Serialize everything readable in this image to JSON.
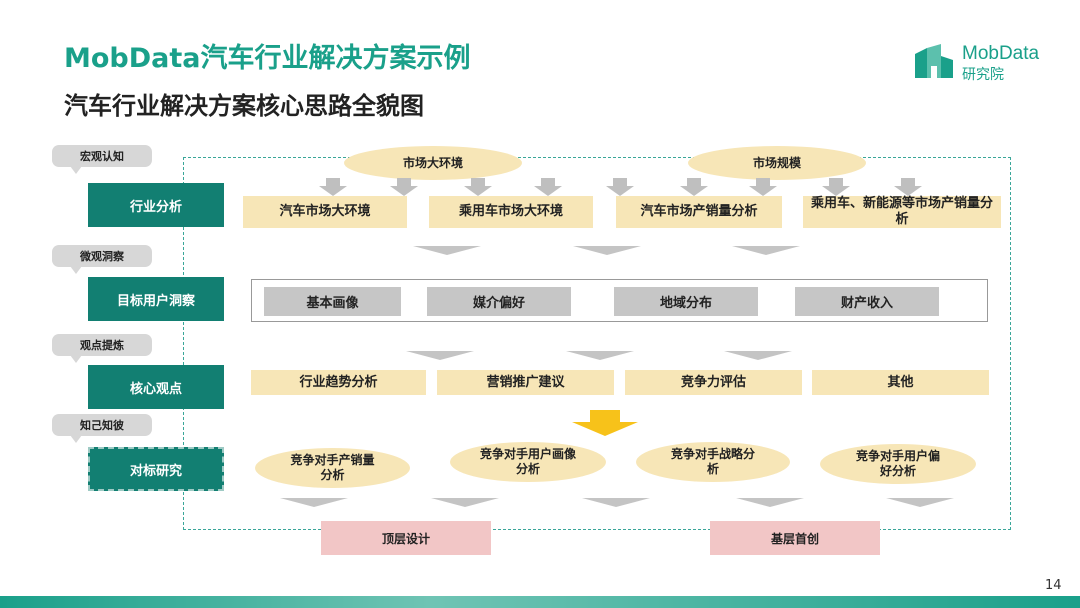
{
  "header": {
    "title": "MobData汽车行业解决方案示例",
    "subtitle": "汽车行业解决方案核心思路全貌图"
  },
  "logo": {
    "name": "MobData",
    "sub": "研究院",
    "icon": "building-blocks-icon",
    "color": "#1aa08a"
  },
  "colors": {
    "accent": "#1aa08a",
    "left_box": "#127f72",
    "bubble": "#d7d7d7",
    "yellow": "#f7e6b7",
    "gray": "#c6c6c6",
    "pink": "#f2c6c6",
    "arrow_yellow": "#f7c21a"
  },
  "stages": [
    {
      "bubble": "宏观认知",
      "label": "行业分析"
    },
    {
      "bubble": "微观洞察",
      "label": "目标用户洞察"
    },
    {
      "bubble": "观点提炼",
      "label": "核心观点"
    },
    {
      "bubble": "知己知彼",
      "label": "对标研究"
    }
  ],
  "industry": {
    "ovals": [
      "市场大环境",
      "市场规模"
    ],
    "boxes": [
      "汽车市场大环境",
      "乘用车市场大环境",
      "汽车市场产销量分析",
      "乘用车、新能源等市场产销量分析"
    ]
  },
  "users": {
    "boxes": [
      "基本画像",
      "媒介偏好",
      "地域分布",
      "财产收入"
    ]
  },
  "core": {
    "boxes": [
      "行业趋势分析",
      "营销推广建议",
      "竞争力评估",
      "其他"
    ]
  },
  "benchmark": {
    "ovals": [
      "竞争对手产销量分析",
      "竞争对手用户画像分析",
      "竞争对手战略分析",
      "竞争对手用户偏好分析"
    ],
    "outputs": [
      "顶层设计",
      "基层首创"
    ]
  },
  "page_number": "14"
}
